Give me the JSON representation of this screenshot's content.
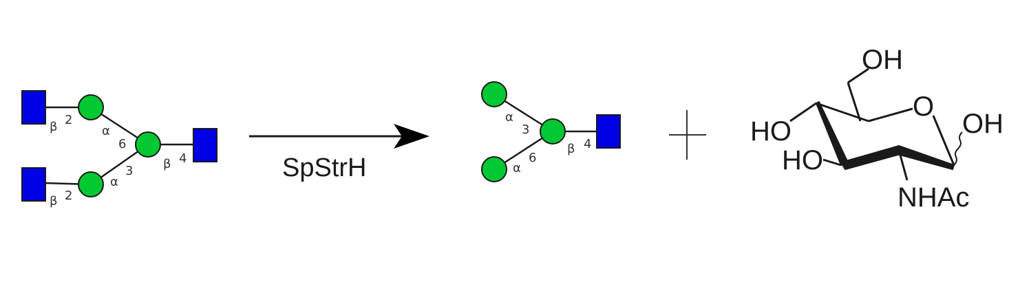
{
  "colors": {
    "mannose": "#00c832",
    "glcnac": "#0000e6",
    "line": "#1a1a1a"
  },
  "substrate": {
    "links": {
      "upper_glcnac_beta": "β",
      "upper_glcnac_pos": "2",
      "lower_glcnac_beta": "β",
      "lower_glcnac_pos": "2",
      "upper_man_alpha": "α",
      "upper_man_pos": "6",
      "lower_man_alpha": "α",
      "lower_man_pos": "3",
      "core_beta": "β",
      "core_pos": "4"
    }
  },
  "reaction": {
    "enzyme": "SpStrH"
  },
  "product": {
    "links": {
      "upper_alpha": "α",
      "upper_pos": "3",
      "lower_alpha": "α",
      "lower_pos": "6",
      "core_beta": "β",
      "core_pos": "4"
    }
  },
  "plus_sign": "+",
  "glcnac_structure": {
    "oh_top": "OH",
    "ring_o": "O",
    "oh_right": "OH",
    "ho_left_upper": "HO",
    "ho_left_lower": "HO",
    "nhac": "NHAc"
  }
}
